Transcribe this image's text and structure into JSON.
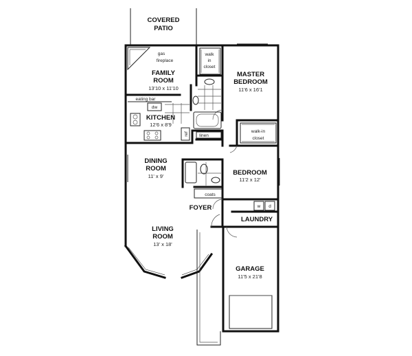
{
  "rooms": {
    "patio": {
      "line1": "COVERED",
      "line2": "PATIO"
    },
    "family": {
      "line1": "FAMILY",
      "line2": "ROOM",
      "dim": "13'10 x 11'10"
    },
    "master": {
      "line1": "MASTER",
      "line2": "BEDROOM",
      "dim": "11'6 x 16'1"
    },
    "kitchen": {
      "name": "KITCHEN",
      "dim": "12'6 x 8'9"
    },
    "dining": {
      "line1": "DINING",
      "line2": "ROOM",
      "dim": "11' x 9'"
    },
    "bedroom": {
      "name": "BEDROOM",
      "dim": "11'2 x 12'"
    },
    "foyer": {
      "name": "FOYER"
    },
    "laundry": {
      "name": "LAUNDRY"
    },
    "living": {
      "line1": "LIVING",
      "line2": "ROOM",
      "dim": "13' x 18'"
    },
    "garage": {
      "name": "GARAGE",
      "dim": "11'5 x 21'8"
    }
  },
  "labels": {
    "fireplace1": "gas",
    "fireplace2": "fireplace",
    "walkin1_a": "walk",
    "walkin1_b": "in",
    "walkin1_c": "closet",
    "walkin2_a": "walk-in",
    "walkin2_b": "closet",
    "eating_bar": "eating bar",
    "dw": "dw",
    "linen": "linen",
    "coats": "coats",
    "ref": "ref",
    "w": "w",
    "d": "d"
  }
}
